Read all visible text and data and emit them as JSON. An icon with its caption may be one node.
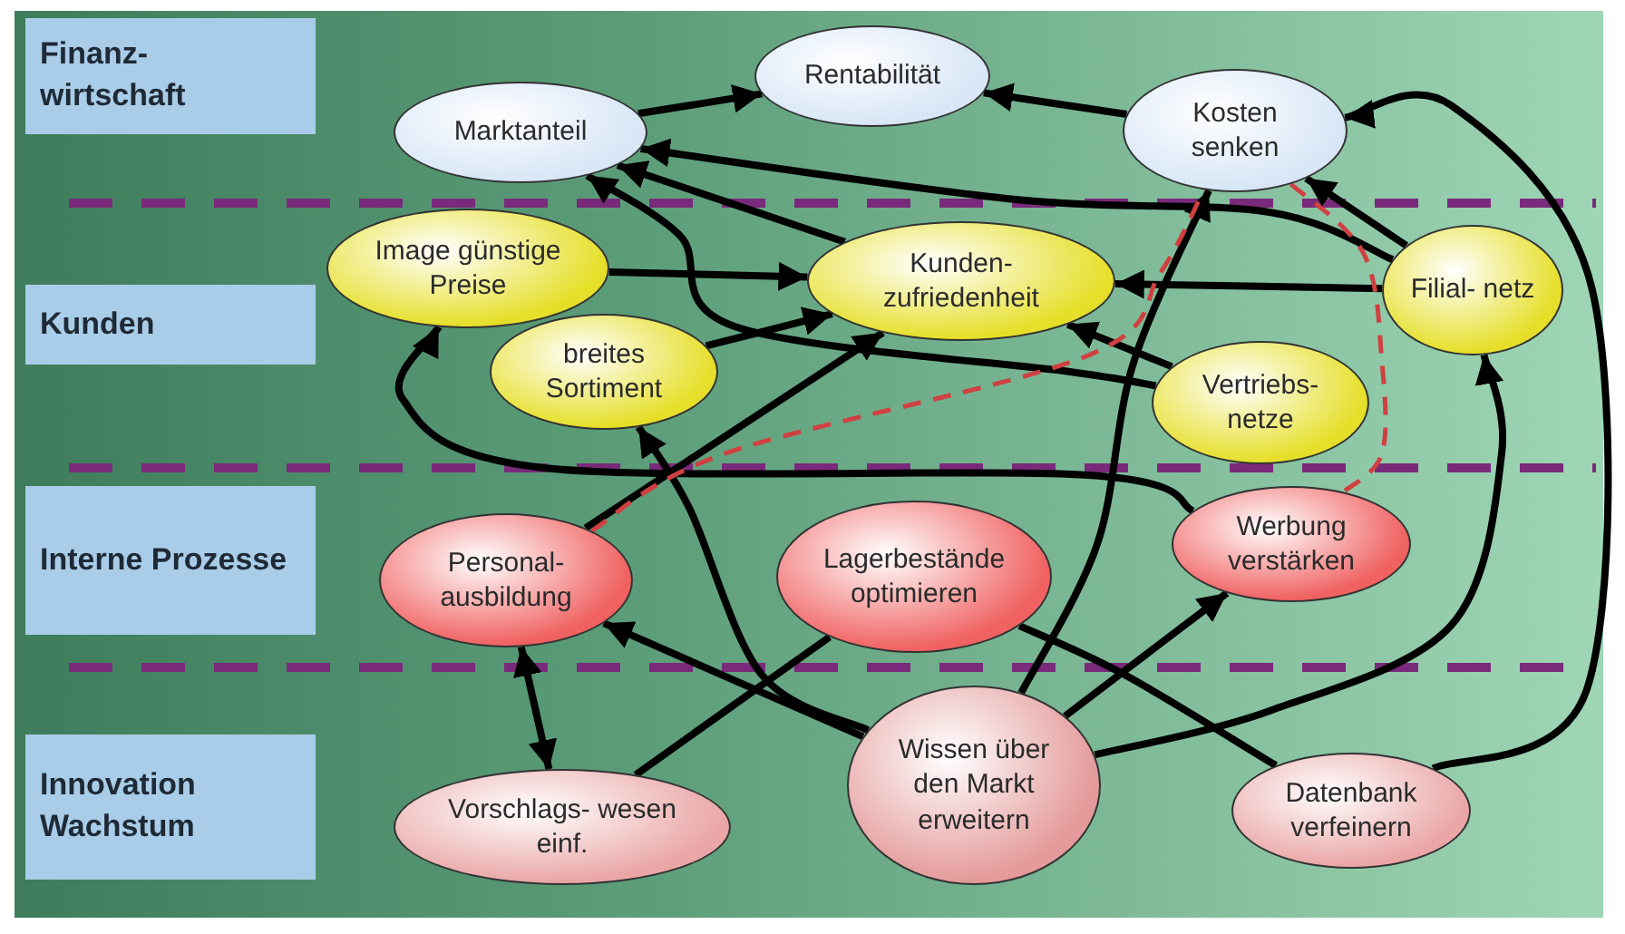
{
  "diagram": {
    "nodes": [
      {
        "text": [
          "Finanz- wirtschaft"
        ]
      },
      {
        "text": [
          "Kunden"
        ]
      },
      {
        "text": [
          "Interne Prozesse"
        ]
      },
      {
        "text": [
          "Innovation Wachstum"
        ]
      },
      {
        "text": [
          "Marktanteil"
        ]
      },
      {
        "text": [
          "Rentabilität"
        ]
      },
      {
        "text": [
          "Kosten senken"
        ]
      },
      {
        "text": [
          "Image günstige Preise"
        ]
      },
      {
        "text": [
          "Kunden- zufriedenheit"
        ]
      },
      {
        "text": [
          "breites Sortiment"
        ]
      },
      {
        "text": [
          "Vertriebs- netze"
        ]
      },
      {
        "text": [
          "Filial- netz"
        ]
      },
      {
        "text": [
          "Personal- ausbildung"
        ]
      },
      {
        "text": [
          "Lagerbestände optimieren"
        ]
      },
      {
        "text": [
          "Werbung verstärken"
        ]
      },
      {
        "text": [
          "Vorschlags- wesen einf."
        ]
      },
      {
        "text": [
          "Wissen über den Markt erweitern"
        ]
      },
      {
        "text": [
          "Datenbank verfeinern"
        ]
      }
    ],
    "edges": [
      {
        "from": 4,
        "to": 5,
        "arrow": "to"
      },
      {
        "from": 6,
        "to": 5,
        "arrow": "to"
      },
      {
        "from": 8,
        "to": 4,
        "arrow": "to"
      },
      {
        "from": 11,
        "to": 4,
        "arrow": "to"
      },
      {
        "from": 7,
        "to": 8,
        "arrow": "to"
      },
      {
        "from": 9,
        "to": 8,
        "arrow": "to"
      },
      {
        "from": 11,
        "to": 8,
        "arrow": "to"
      },
      {
        "from": 10,
        "to": 8,
        "arrow": "to"
      },
      {
        "from": 10,
        "to": 4,
        "arrow": "to"
      },
      {
        "from": 11,
        "to": 6,
        "arrow": "to"
      },
      {
        "from": 16,
        "to": 6,
        "arrow": "to"
      },
      {
        "from": 17,
        "to": 6,
        "arrow": "to"
      },
      {
        "from": 16,
        "to": 11,
        "arrow": "to"
      },
      {
        "from": 16,
        "to": 14,
        "arrow": "to"
      },
      {
        "from": 16,
        "to": 12,
        "arrow": "to"
      },
      {
        "from": 15,
        "to": 12,
        "arrow": "both"
      },
      {
        "from": 12,
        "to": 8,
        "arrow": "to"
      },
      {
        "from": 14,
        "to": 7,
        "arrow": "to"
      },
      {
        "from": 16,
        "to": 9,
        "arrow": "to"
      },
      {
        "from": 15,
        "to": 13,
        "arrow": "none"
      },
      {
        "from": 17,
        "to": 13,
        "arrow": "none"
      },
      {
        "from": 12,
        "to": 6,
        "arrow": "none",
        "style": "dashed",
        "color": "#d04040"
      },
      {
        "from": 6,
        "to": 14,
        "arrow": "none",
        "style": "dashed",
        "color": "#d04040"
      }
    ]
  }
}
